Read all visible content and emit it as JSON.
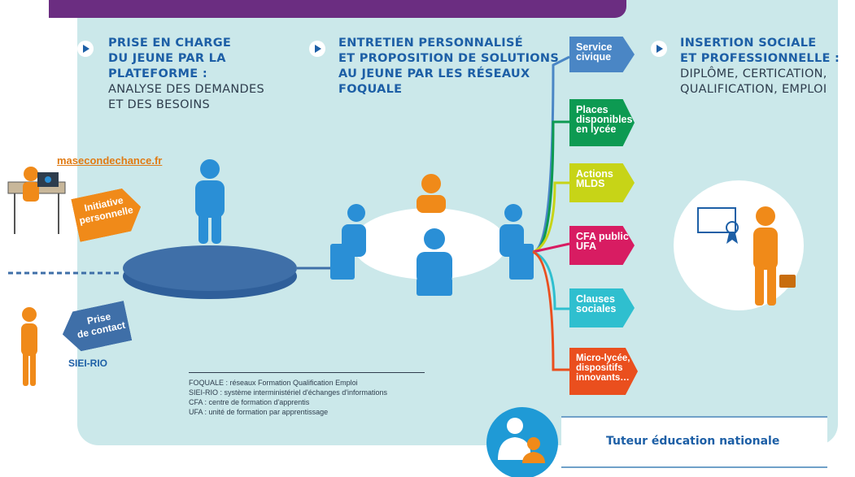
{
  "steps": {
    "step1": {
      "title_lines": [
        "Prise en charge",
        "du jeune par la",
        "plateforme :"
      ],
      "sub_lines": [
        "analyse des demandes",
        "et des besoins"
      ]
    },
    "step2": {
      "title_lines": [
        "Entretien personnalisé",
        "et proposition de solutions",
        "au jeune par les réseaux",
        "FOQUALE"
      ]
    },
    "step3": {
      "title_lines": [
        "Insertion sociale",
        "et professionnelle :"
      ],
      "sub_lines": [
        "diplôme, certication,",
        "qualification, emploi"
      ]
    }
  },
  "entry": {
    "website": "masecondechance.fr",
    "initiative_lines": [
      "Initiative",
      "personnelle"
    ],
    "contact_lines": [
      "Prise",
      "de contact"
    ],
    "siei": "SIEI-RIO"
  },
  "solutions": [
    {
      "lines": [
        "Service",
        "civique"
      ],
      "color": "#4a86c5"
    },
    {
      "lines": [
        "Places",
        "disponibles",
        "en lycée"
      ],
      "color": "#0d9a52"
    },
    {
      "lines": [
        "Actions",
        "MLDS"
      ],
      "color": "#c7d417"
    },
    {
      "lines": [
        "CFA public",
        "UFA"
      ],
      "color": "#d81c62"
    },
    {
      "lines": [
        "Clauses",
        "sociales"
      ],
      "color": "#2fbfcf"
    },
    {
      "lines": [
        "Micro-lycée,",
        "dispositifs",
        "innovants…"
      ],
      "color": "#ea4f1e"
    }
  ],
  "legend": [
    "FOQUALE : réseaux Formation Qualification Emploi",
    "SIEI-RIO : système interministériel d'échanges d'informations",
    "CFA : centre de formation d'apprentis",
    "UFA : unité de formation par apprentissage"
  ],
  "tutor": {
    "label": "Tuteur éducation nationale"
  },
  "colors": {
    "blue": "#2a8fd6",
    "orange": "#f08a19",
    "dark_blue": "#1d5fa6",
    "platform": "#3f6fa8"
  }
}
